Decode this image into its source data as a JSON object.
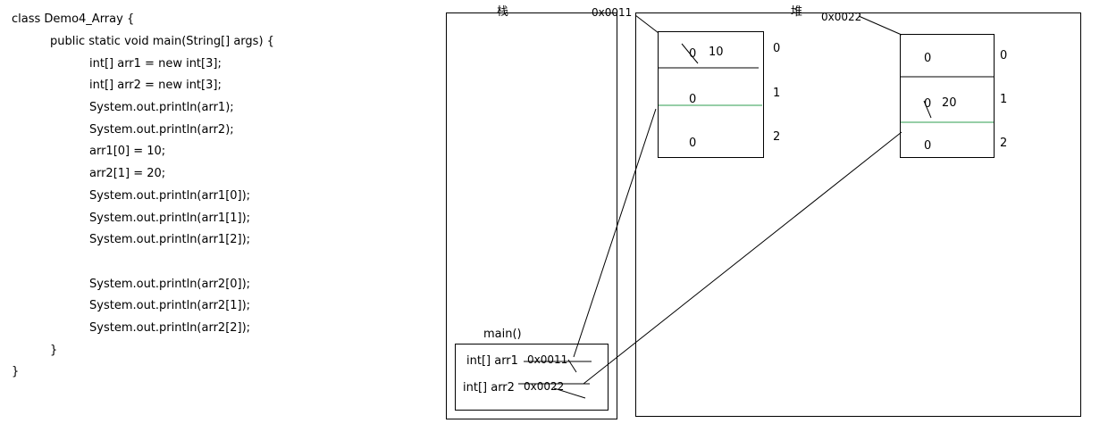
{
  "code": {
    "lines": [
      "class Demo4_Array {",
      "public static void main(String[] args) {",
      "int[] arr1 = new int[3];",
      "int[] arr2 = new int[3];",
      "System.out.println(arr1);",
      "System.out.println(arr2);",
      "arr1[0] = 10;",
      "arr2[1] = 20;",
      "System.out.println(arr1[0]);",
      "System.out.println(arr1[1]);",
      "System.out.println(arr1[2]);",
      "System.out.println(arr2[0]);",
      "System.out.println(arr2[1]);",
      "System.out.println(arr2[2]);",
      "}",
      "}"
    ]
  },
  "stack": {
    "title": "栈",
    "frame_name": "main()",
    "vars": [
      {
        "name": "int[] arr1",
        "ref": "0x0011"
      },
      {
        "name": "int[] arr2",
        "ref": "0x0022"
      }
    ]
  },
  "heap": {
    "title": "堆",
    "arr1": {
      "address": "0x0011",
      "cells": [
        {
          "old": "0",
          "value": "10",
          "index": "0"
        },
        {
          "old": "",
          "value": "0",
          "index": "1"
        },
        {
          "old": "",
          "value": "0",
          "index": "2"
        }
      ]
    },
    "arr2": {
      "address": "0x0022",
      "cells": [
        {
          "old": "",
          "value": "0",
          "index": "0"
        },
        {
          "old": "0",
          "value": "20",
          "index": "1"
        },
        {
          "old": "",
          "value": "0",
          "index": "2"
        }
      ]
    }
  },
  "colors": {
    "divider_green": "#2e9e4f"
  }
}
